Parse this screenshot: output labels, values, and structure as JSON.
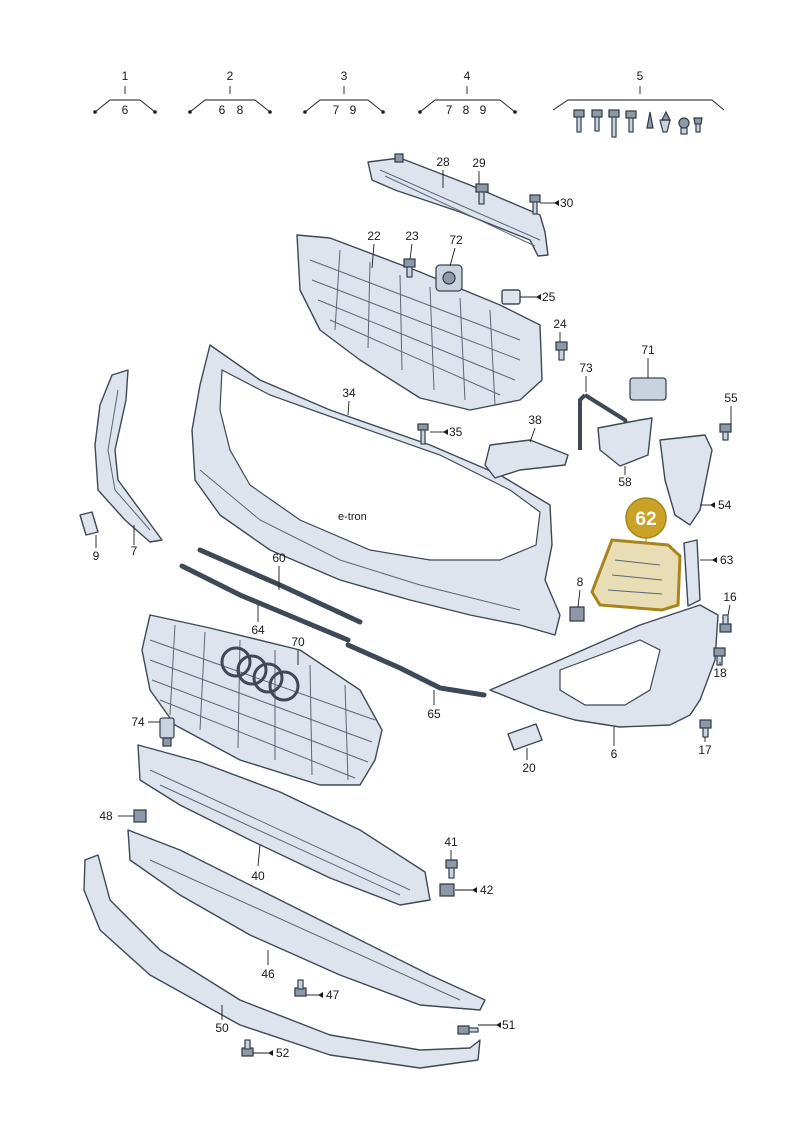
{
  "diagram": {
    "highlight": {
      "label": "62",
      "fill": "#c9a227",
      "outline": "#a8841a"
    },
    "groups": [
      {
        "top": "1",
        "bottom": [
          "6"
        ]
      },
      {
        "top": "2",
        "bottom": [
          "6",
          "8"
        ]
      },
      {
        "top": "3",
        "bottom": [
          "7",
          "9"
        ]
      },
      {
        "top": "4",
        "bottom": [
          "7",
          "8",
          "9"
        ]
      },
      {
        "top": "5",
        "bottom": []
      }
    ],
    "labels": {
      "p6": "6",
      "p7": "7",
      "p8": "8",
      "p9": "9",
      "p16": "16",
      "p17": "17",
      "p18": "18",
      "p20": "20",
      "p22": "22",
      "p23": "23",
      "p24": "24",
      "p25": "25",
      "p28": "28",
      "p29": "29",
      "p30": "30",
      "p34": "34",
      "p35": "35",
      "p38": "38",
      "p40": "40",
      "p41": "41",
      "p42": "42",
      "p46": "46",
      "p47": "47",
      "p48": "48",
      "p50": "50",
      "p51": "51",
      "p52": "52",
      "p54": "54",
      "p55": "55",
      "p58": "58",
      "p60": "60",
      "p63": "63",
      "p64": "64",
      "p65": "65",
      "p70": "70",
      "p71": "71",
      "p72": "72",
      "p73": "73",
      "p74": "74"
    }
  }
}
